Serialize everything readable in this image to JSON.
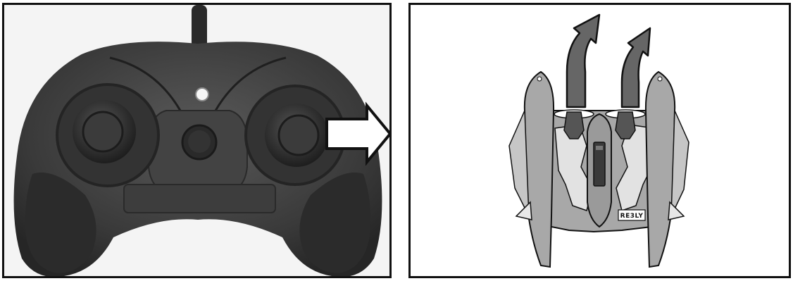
{
  "figure": {
    "panels": [
      {
        "id": "controller-photo",
        "direction_indicator": "right-arrow",
        "stick_highlighted": "right-stick"
      },
      {
        "id": "aircraft-diagram",
        "motion_indicator": "two-up-arrows"
      }
    ],
    "aircraft_label": "RE3LY",
    "colors": {
      "outline": "#111111",
      "controller_body": "#3a3a3a",
      "aircraft_fill": "#a8a8a8",
      "arrow_fill": "#666666"
    }
  }
}
